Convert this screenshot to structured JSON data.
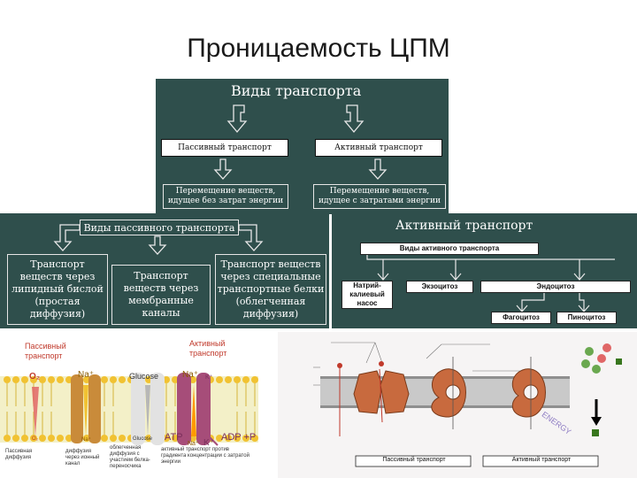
{
  "slide": {
    "title": "Проницаемость ЦПМ"
  },
  "transport_types": {
    "title": "Виды транспорта",
    "passive": "Пассивный транспорт",
    "active": "Активный транспорт",
    "passive_desc": "Перемещение веществ, идущее без затрат энергии",
    "active_desc": "Перемещение веществ, идущее с затратами энергии"
  },
  "passive_types": {
    "title": "Виды пассивного транспорта",
    "items": [
      "Транспорт веществ через липидный бислой (простая диффузия)",
      "Транспорт веществ через мембранные каналы",
      "Транспорт веществ через специальные транспортные белки (облегченная диффузия)"
    ]
  },
  "active_types": {
    "title": "Активный транспорт",
    "subtitle": "Виды активного транспорта",
    "pump": "Натрий-калиевый насос",
    "exocytosis": "Экзоцитоз",
    "endocytosis": "Эндоцитоз",
    "phagocytosis": "Фагоцитоз",
    "pinocytosis": "Пиноцитоз"
  },
  "membrane_left": {
    "passive": "Пассивный транспорт",
    "active": "Активный транспорт",
    "o2_top": "O₂",
    "na_top": "Na⁺",
    "glucose_top": "Glucose",
    "na_right": "Na⁺",
    "k_small": "K⁺",
    "o2_bottom": "O₂",
    "na_bottom": "Na⁺",
    "glucose_bottom": "Glucose",
    "atp": "ATP",
    "adp": "ADP +P",
    "na_low": "Na⁺",
    "k_low": "K⁺",
    "cap1": "Пассивная диффузия",
    "cap2": "диффузия через ионный канал",
    "cap3": "облегченная диффузия с участием белка-переносчика",
    "cap4": "активный транспорт против градиента концентрации с затратой энергии"
  },
  "membrane_right": {
    "caption_passive": "Пассивный транспорт",
    "caption_active": "Активный транспорт",
    "energy": "ENERGY"
  },
  "colors": {
    "panel": "#2f4f4c",
    "accent_red": "#c0392b",
    "protein": "#c86a3e"
  }
}
